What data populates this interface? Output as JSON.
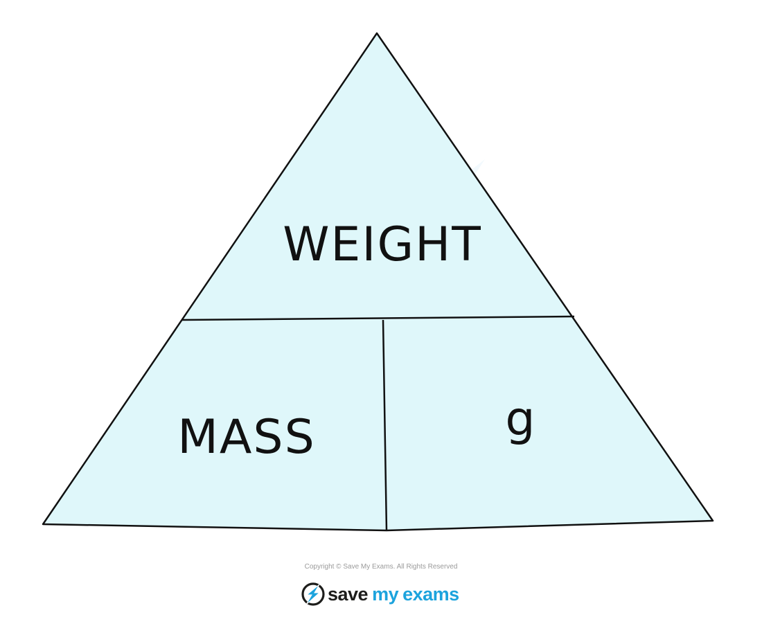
{
  "diagram": {
    "top_label": "WEIGHT",
    "bottom_left_label": "MASS",
    "bottom_right_label": "g",
    "fill_color": "#dff7fa",
    "stroke_color": "#111111"
  },
  "footer": {
    "copyright": "Copyright © Save My Exams. All Rights Reserved",
    "brand_word1": "save",
    "brand_word2": "my",
    "brand_word3": "exams",
    "brand_color": "#1ca3dd"
  }
}
